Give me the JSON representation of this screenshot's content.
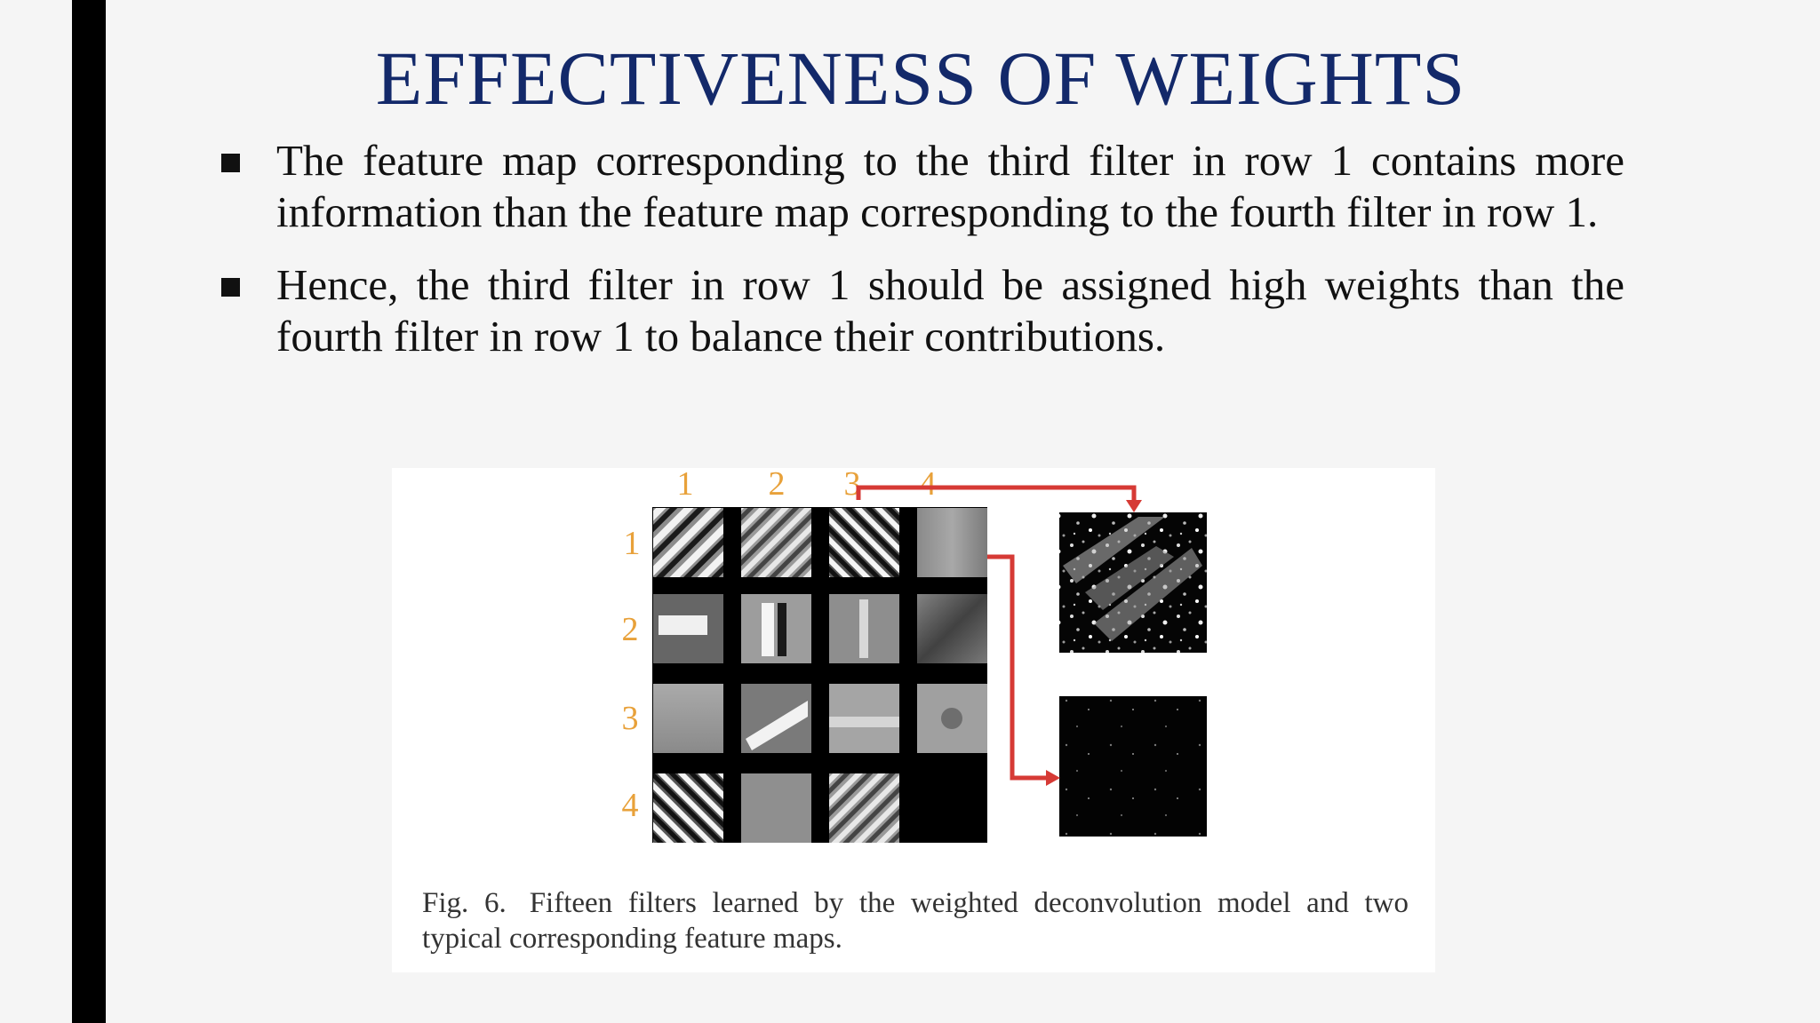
{
  "slide": {
    "title": "EFFECTIVENESS OF WEIGHTS",
    "bullets": [
      "The feature map corresponding to the third filter in row 1 contains more information than the feature map corresponding to the fourth filter in row 1.",
      "Hence, the third filter in row 1 should be assigned high weights than the fourth filter in row 1 to balance their contributions."
    ]
  },
  "figure": {
    "column_labels": [
      "1",
      "2",
      "3",
      "4"
    ],
    "row_labels": [
      "1",
      "2",
      "3",
      "4"
    ],
    "caption_label": "Fig. 6.",
    "caption_text": "Fifteen filters learned by the weighted deconvolution model and two typical corresponding feature maps.",
    "label_color": "#e8a13a",
    "arrow_color": "#d63a35"
  }
}
